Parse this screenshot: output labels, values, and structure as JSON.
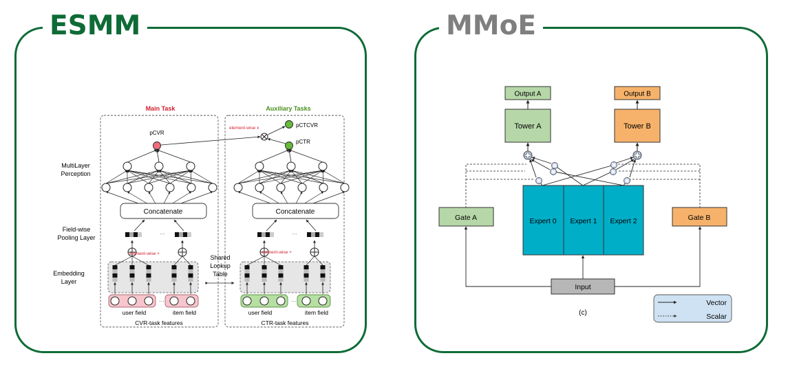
{
  "colors": {
    "panel_border": "#0e6b36",
    "esmm_title": "#0e6b36",
    "mmoe_title": "#7f7f7f",
    "main_task": "#d0202e",
    "aux_task": "#4a8f1d",
    "pcvr_node": "#f06d7d",
    "pctr_node": "#66bb3a",
    "user_field_pink": "#f7c6cc",
    "user_field_green": "#b6e0a1",
    "tower_a": "#b6d7a8",
    "tower_b": "#f6b26b",
    "expert": "#00aec8",
    "input": "#b7b7b7",
    "legend_bg": "#cfe2f3"
  },
  "esmm": {
    "title": "ESMM",
    "main_task_label": "Main Task",
    "aux_task_label": "Auxiliary Tasks",
    "pcvr": "pCVR",
    "pctr": "pCTR",
    "pctcvr": "pCTCVR",
    "elementwise_mult": "element-wise x",
    "elementwise_plus": "element-wise +",
    "mlp_label_1": "MultiLayer",
    "mlp_label_2": "Perception",
    "concatenate": "Concatenate",
    "pool_label_1": "Field-wise",
    "pool_label_2": "Pooling Layer",
    "emb_label_1": "Embedding",
    "emb_label_2": "Layer",
    "shared_1": "Shared",
    "shared_2": "Lookup",
    "shared_3": "Table",
    "user_field": "user field",
    "item_field": "item field",
    "ellipsis": "···",
    "cvr_features": "CVR-task features",
    "ctr_features": "CTR-task features"
  },
  "mmoe": {
    "title": "MMoE",
    "output_a": "Output A",
    "output_b": "Output B",
    "tower_a": "Tower A",
    "tower_b": "Tower B",
    "gate_a": "Gate A",
    "gate_b": "Gate B",
    "experts": [
      "Expert 0",
      "Expert 1",
      "Expert 2"
    ],
    "input": "Input",
    "caption": "(c)",
    "legend": {
      "vector": "Vector",
      "scalar": "Scalar"
    }
  }
}
